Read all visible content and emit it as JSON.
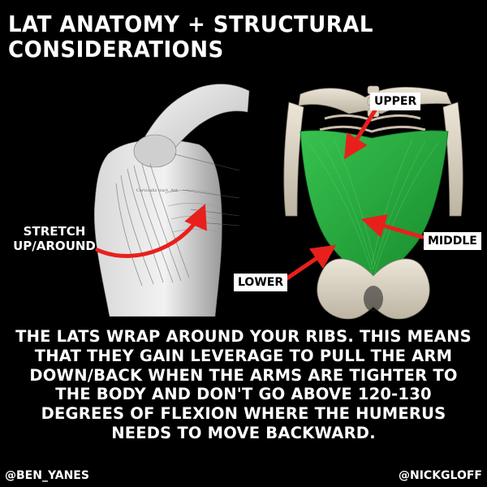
{
  "title": "Lat Anatomy + structural considerations",
  "labels": {
    "stretch": "STRETCH UP/AROUND",
    "upper": "UPPER",
    "middle": "MIDDLE",
    "lower": "LOWER"
  },
  "figure_annotation": "Cervicalis tract. Ant.",
  "body_text": "The lats wrap around your ribs. This means that they gain leverage to pull the arm down/back when the arms are tighter to the body and don't go above 120-130 degrees of flexion where the humerus needs to move backward.",
  "credits": {
    "left": "@BEN_YANES",
    "right": "@NICKGLOFF"
  },
  "colors": {
    "background": "#000000",
    "text": "#ffffff",
    "arrow": "#e8201c",
    "muscle": "#1fa83a",
    "label_bg": "#ffffff"
  },
  "icons": {
    "left_figure": "shoulder-anatomy-illustration",
    "right_figure": "latissimus-dorsi-skeleton-illustration"
  }
}
